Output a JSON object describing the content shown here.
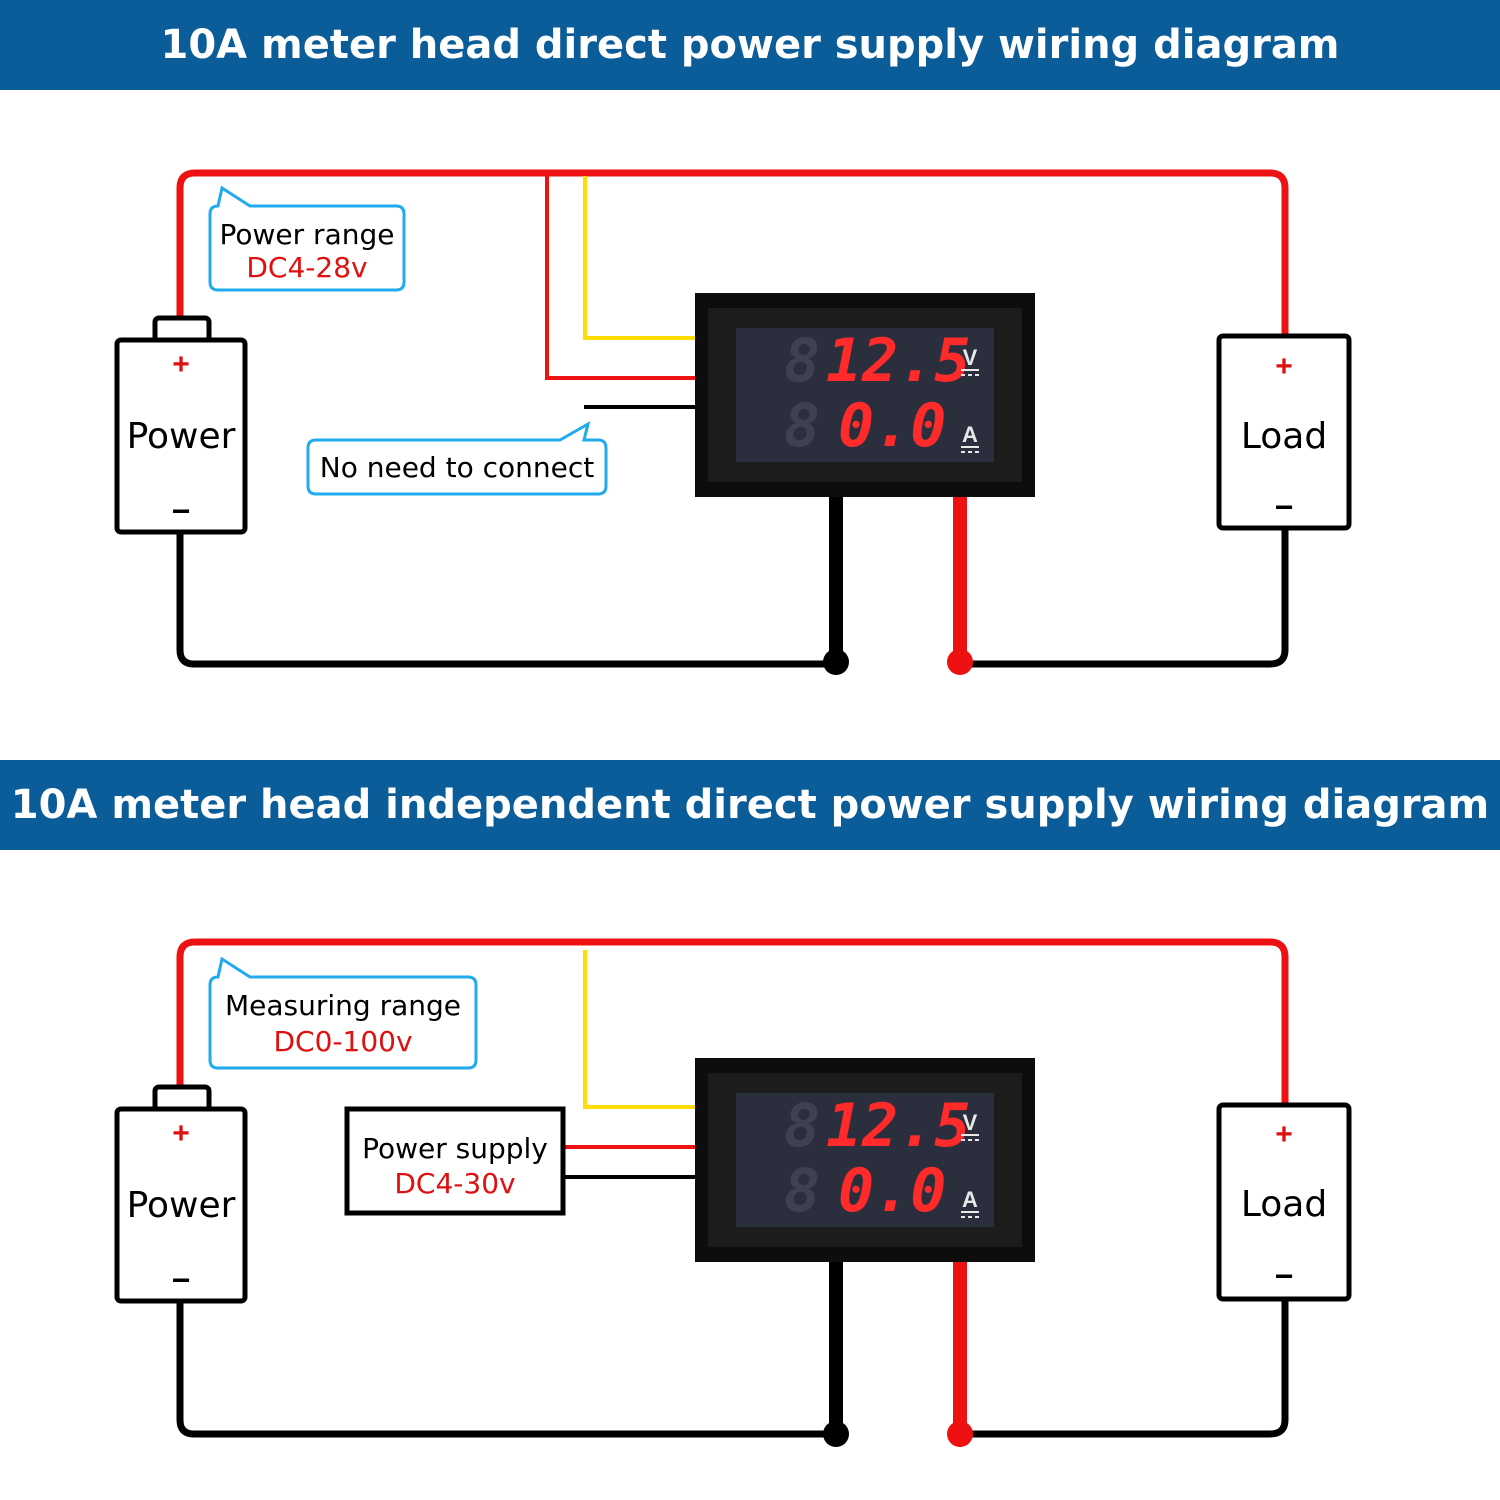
{
  "diagram1": {
    "title": "10A meter head direct power supply wiring diagram",
    "callout_power_range": {
      "label": "Power range",
      "value": "DC4-28v"
    },
    "callout_no_connect": "No need to connect",
    "power": {
      "label": "Power",
      "plus": "+",
      "minus": "−"
    },
    "load": {
      "label": "Load",
      "plus": "+",
      "minus": "−"
    },
    "meter": {
      "voltage": "12.5",
      "current": "0.0",
      "unit_voltage": "V",
      "unit_current": "A"
    }
  },
  "diagram2": {
    "title": "10A meter head independent direct power supply wiring diagram",
    "callout_measuring_range": {
      "label": "Measuring range",
      "value": "DC0-100v"
    },
    "power_supply": {
      "label": "Power supply",
      "value": "DC4-30v"
    },
    "power": {
      "label": "Power",
      "plus": "+",
      "minus": "−"
    },
    "load": {
      "label": "Load",
      "plus": "+",
      "minus": "−"
    },
    "meter": {
      "voltage": "12.5",
      "current": "0.0",
      "unit_voltage": "V",
      "unit_current": "A"
    }
  },
  "colors": {
    "banner": "#0b5d99",
    "wire_red": "#ee1111",
    "wire_black": "#000000",
    "wire_yellow": "#ffdd00",
    "callout_border": "#22aaee",
    "range_text": "#e01010",
    "segment_on": "#ff2a2a",
    "meter_screen": "#2b2f3d"
  }
}
